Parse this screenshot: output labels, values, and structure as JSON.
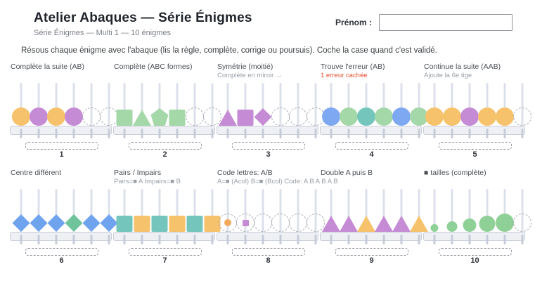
{
  "header": {
    "title": "Atelier Abaques — Série Énigmes",
    "subtitle": "Série Énigmes — Multi 1 — 10 énigmes",
    "name_label": "Prénom :",
    "name_value": ""
  },
  "instruction": "Résous chaque énigme avec l'abaque (lis la règle, complète, corrige ou poursuis). Coche la case quand c'est validé.",
  "colors": {
    "orange": "#F6C26B",
    "purple": "#C58BD5",
    "green": "#A5D8A8",
    "teal": "#74C6BC",
    "blue": "#7EA8F1",
    "blue_diamond": "#6FA3EE",
    "green_jade": "#6FC49B",
    "green_circle": "#8FD096",
    "orange_dot": "#F2A95C",
    "red_label": "#E8502F"
  },
  "puzzles": [
    {
      "number": "1",
      "row": 1,
      "title": "Complète la suite (AB)",
      "subtitle": "",
      "beads": [
        {
          "shape": "circle",
          "color": "orange"
        },
        {
          "shape": "circle",
          "color": "purple"
        },
        {
          "shape": "circle",
          "color": "orange"
        },
        {
          "shape": "circle",
          "color": "purple"
        },
        {
          "shape": "dashed"
        },
        {
          "shape": "dashed"
        }
      ]
    },
    {
      "number": "2",
      "row": 1,
      "title": "Complète (ABC formes)",
      "subtitle": "",
      "beads": [
        {
          "shape": "square",
          "color": "green"
        },
        {
          "shape": "triangle",
          "color": "green"
        },
        {
          "shape": "pentagon",
          "color": "green"
        },
        {
          "shape": "square",
          "color": "green"
        },
        {
          "shape": "dashed"
        },
        {
          "shape": "dashed"
        }
      ]
    },
    {
      "number": "3",
      "row": 1,
      "title": "Symétrie (moitié)",
      "subtitle": "Complète en miroir →",
      "beads": [
        {
          "shape": "triangle",
          "color": "purple"
        },
        {
          "shape": "square",
          "color": "purple"
        },
        {
          "shape": "diamond",
          "color": "purple"
        },
        {
          "shape": "dashed"
        },
        {
          "shape": "dashed"
        },
        {
          "shape": "dashed"
        }
      ]
    },
    {
      "number": "4",
      "row": 1,
      "title": "Trouve l'erreur (AB)",
      "subtitle": "1 erreur cachée",
      "subtitle_red": true,
      "beads": [
        {
          "shape": "circle",
          "color": "blue"
        },
        {
          "shape": "circle",
          "color": "green"
        },
        {
          "shape": "circle",
          "color": "teal"
        },
        {
          "shape": "circle",
          "color": "green"
        },
        {
          "shape": "circle",
          "color": "blue"
        },
        {
          "shape": "circle",
          "color": "green"
        }
      ]
    },
    {
      "number": "5",
      "row": 1,
      "title": "Continue la suite (AAB)",
      "subtitle": "Ajoute la 6e tige",
      "beads": [
        {
          "shape": "circle",
          "color": "orange"
        },
        {
          "shape": "circle",
          "color": "orange"
        },
        {
          "shape": "circle",
          "color": "purple"
        },
        {
          "shape": "circle",
          "color": "orange"
        },
        {
          "shape": "circle",
          "color": "orange"
        },
        {
          "shape": "dashed"
        }
      ]
    },
    {
      "number": "6",
      "row": 2,
      "title": "Centre différent",
      "subtitle": "",
      "beads": [
        {
          "shape": "diamond",
          "color": "blue_diamond"
        },
        {
          "shape": "diamond",
          "color": "blue_diamond"
        },
        {
          "shape": "diamond",
          "color": "blue_diamond"
        },
        {
          "shape": "diamond",
          "color": "green_jade"
        },
        {
          "shape": "diamond",
          "color": "blue_diamond"
        },
        {
          "shape": "diamond",
          "color": "blue_diamond"
        }
      ]
    },
    {
      "number": "7",
      "row": 2,
      "title": "Pairs / Impairs",
      "subtitle": "Pairs=■ A  Impairs=■ B",
      "beads": [
        {
          "shape": "square",
          "color": "teal"
        },
        {
          "shape": "square",
          "color": "orange"
        },
        {
          "shape": "square",
          "color": "teal"
        },
        {
          "shape": "square",
          "color": "orange"
        },
        {
          "shape": "square",
          "color": "teal"
        },
        {
          "shape": "square",
          "color": "orange"
        }
      ]
    },
    {
      "number": "8",
      "row": 2,
      "title": "Code lettres: A/B",
      "subtitle": "A=■ (Acol)  B=■ (Bcol)  Code: A B A B A B",
      "beads": [
        {
          "shape": "dashed",
          "inner": {
            "shape": "circle",
            "color": "orange_dot",
            "size": 10
          }
        },
        {
          "shape": "dashed",
          "inner": {
            "shape": "square",
            "color": "purple",
            "size": 9
          }
        },
        {
          "shape": "dashed"
        },
        {
          "shape": "dashed"
        },
        {
          "shape": "dashed"
        },
        {
          "shape": "dashed"
        }
      ]
    },
    {
      "number": "9",
      "row": 2,
      "title": "Double A puis B",
      "subtitle": "",
      "beads": [
        {
          "shape": "triangle",
          "color": "purple"
        },
        {
          "shape": "triangle",
          "color": "purple"
        },
        {
          "shape": "triangle",
          "color": "orange"
        },
        {
          "shape": "triangle",
          "color": "purple"
        },
        {
          "shape": "triangle",
          "color": "purple"
        },
        {
          "shape": "triangle",
          "color": "orange"
        }
      ]
    },
    {
      "number": "10",
      "row": 2,
      "title": "■ tailles (complète)",
      "subtitle": "",
      "beads": [
        {
          "shape": "circle",
          "color": "green_circle",
          "size": 11
        },
        {
          "shape": "circle",
          "color": "green_circle",
          "size": 15
        },
        {
          "shape": "circle",
          "color": "green_circle",
          "size": 19
        },
        {
          "shape": "circle",
          "color": "green_circle",
          "size": 23
        },
        {
          "shape": "circle",
          "color": "green_circle",
          "size": 26
        },
        {
          "shape": "dashed",
          "size": 26
        }
      ]
    }
  ]
}
